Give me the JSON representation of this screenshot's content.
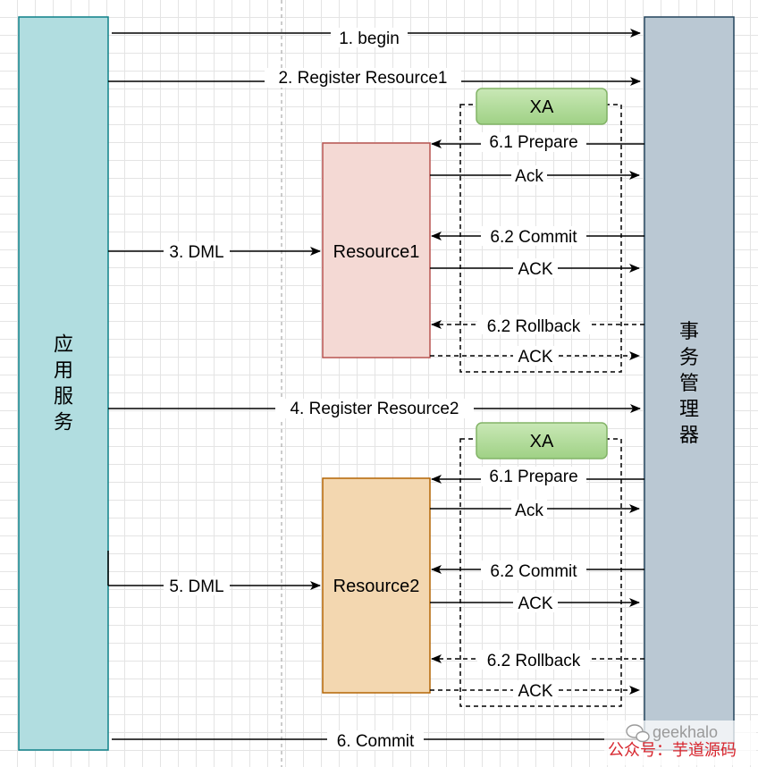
{
  "app_service": {
    "label": "应用服务"
  },
  "transaction_manager": {
    "label": "事务管理器"
  },
  "resources": [
    {
      "name": "Resource1",
      "xa": "XA",
      "messages": [
        "6.1 Prepare",
        "Ack",
        "6.2 Commit",
        "ACK",
        "6.2 Rollback",
        "ACK"
      ]
    },
    {
      "name": "Resource2",
      "xa": "XA",
      "messages": [
        "6.1 Prepare",
        "Ack",
        "6.2 Commit",
        "ACK",
        "6.2 Rollback",
        "ACK"
      ]
    }
  ],
  "steps": {
    "begin": "1. begin",
    "register1": "2. Register Resource1",
    "dml1": "3. DML",
    "register2": "4. Register Resource2",
    "dml2": "5. DML",
    "commit": "6. Commit"
  },
  "watermark": {
    "account": "geekhalo",
    "source": "公众号：芋道源码"
  },
  "colors": {
    "app_service_fill": "#b1dde0",
    "app_service_stroke": "#0e8088",
    "manager_fill": "#bac8d3",
    "manager_stroke": "#23445d",
    "resource1_fill": "#f4d9d4",
    "resource1_stroke": "#b85450",
    "resource2_fill": "#f3d7b0",
    "resource2_stroke": "#b46504",
    "xa_fill": "#b4dca0",
    "xa_stroke": "#82b366",
    "watermark_red": "#d7262e"
  }
}
